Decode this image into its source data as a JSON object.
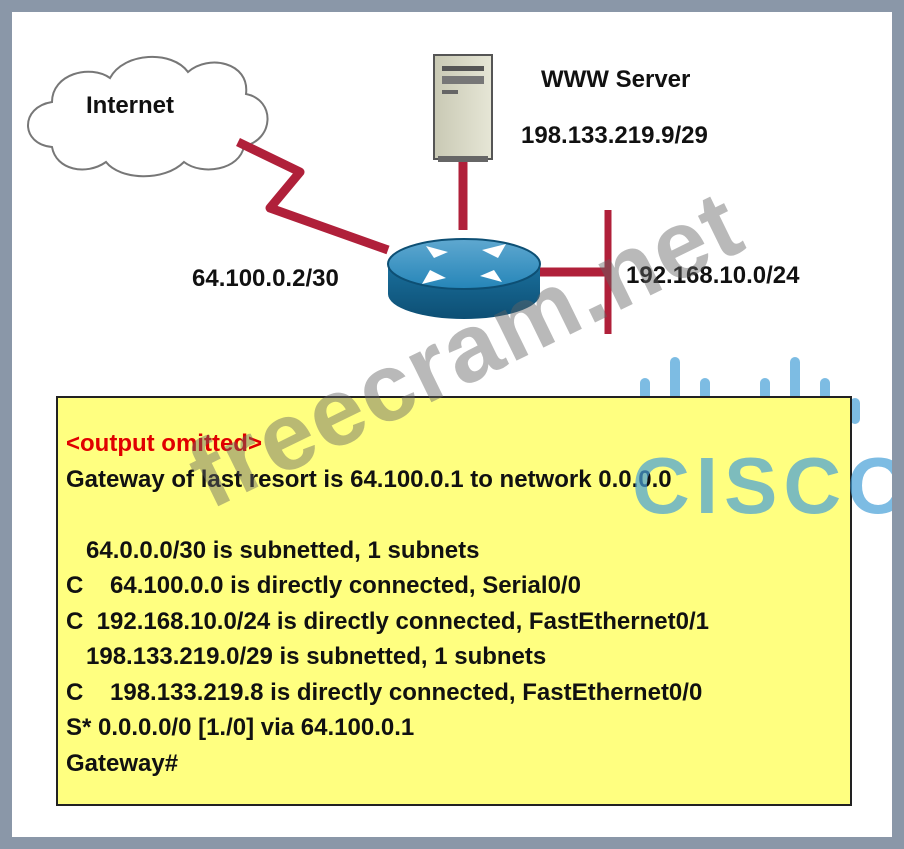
{
  "diagram": {
    "internet_label": "Internet",
    "server_label": "WWW Server",
    "server_ip": "198.133.219.9/29",
    "wan_ip": "64.100.0.2/30",
    "lan_network": "192.168.10.0/24"
  },
  "output": {
    "lines": [
      "<output omitted>",
      "Gateway of last resort is 64.100.0.1 to network 0.0.0.0",
      "",
      "   64.0.0.0/30 is subnetted, 1 subnets",
      "C    64.100.0.0 is directly connected, Serial0/0",
      "C  192.168.10.0/24 is directly connected, FastEthernet0/1",
      "   198.133.219.0/29 is subnetted, 1 subnets",
      "C    198.133.219.8 is directly connected, FastEthernet0/0",
      "S* 0.0.0.0/0 [1./0] via 64.100.0.1",
      "Gateway#"
    ]
  },
  "watermark": {
    "text": "freecram.net",
    "logo_text": "CISCO"
  },
  "colors": {
    "link": "#b0203a",
    "router": "#1b78a6",
    "output_bg": "#ffff80",
    "omitted_red": "#e00000",
    "cisco_blue": "#46a0d7"
  }
}
